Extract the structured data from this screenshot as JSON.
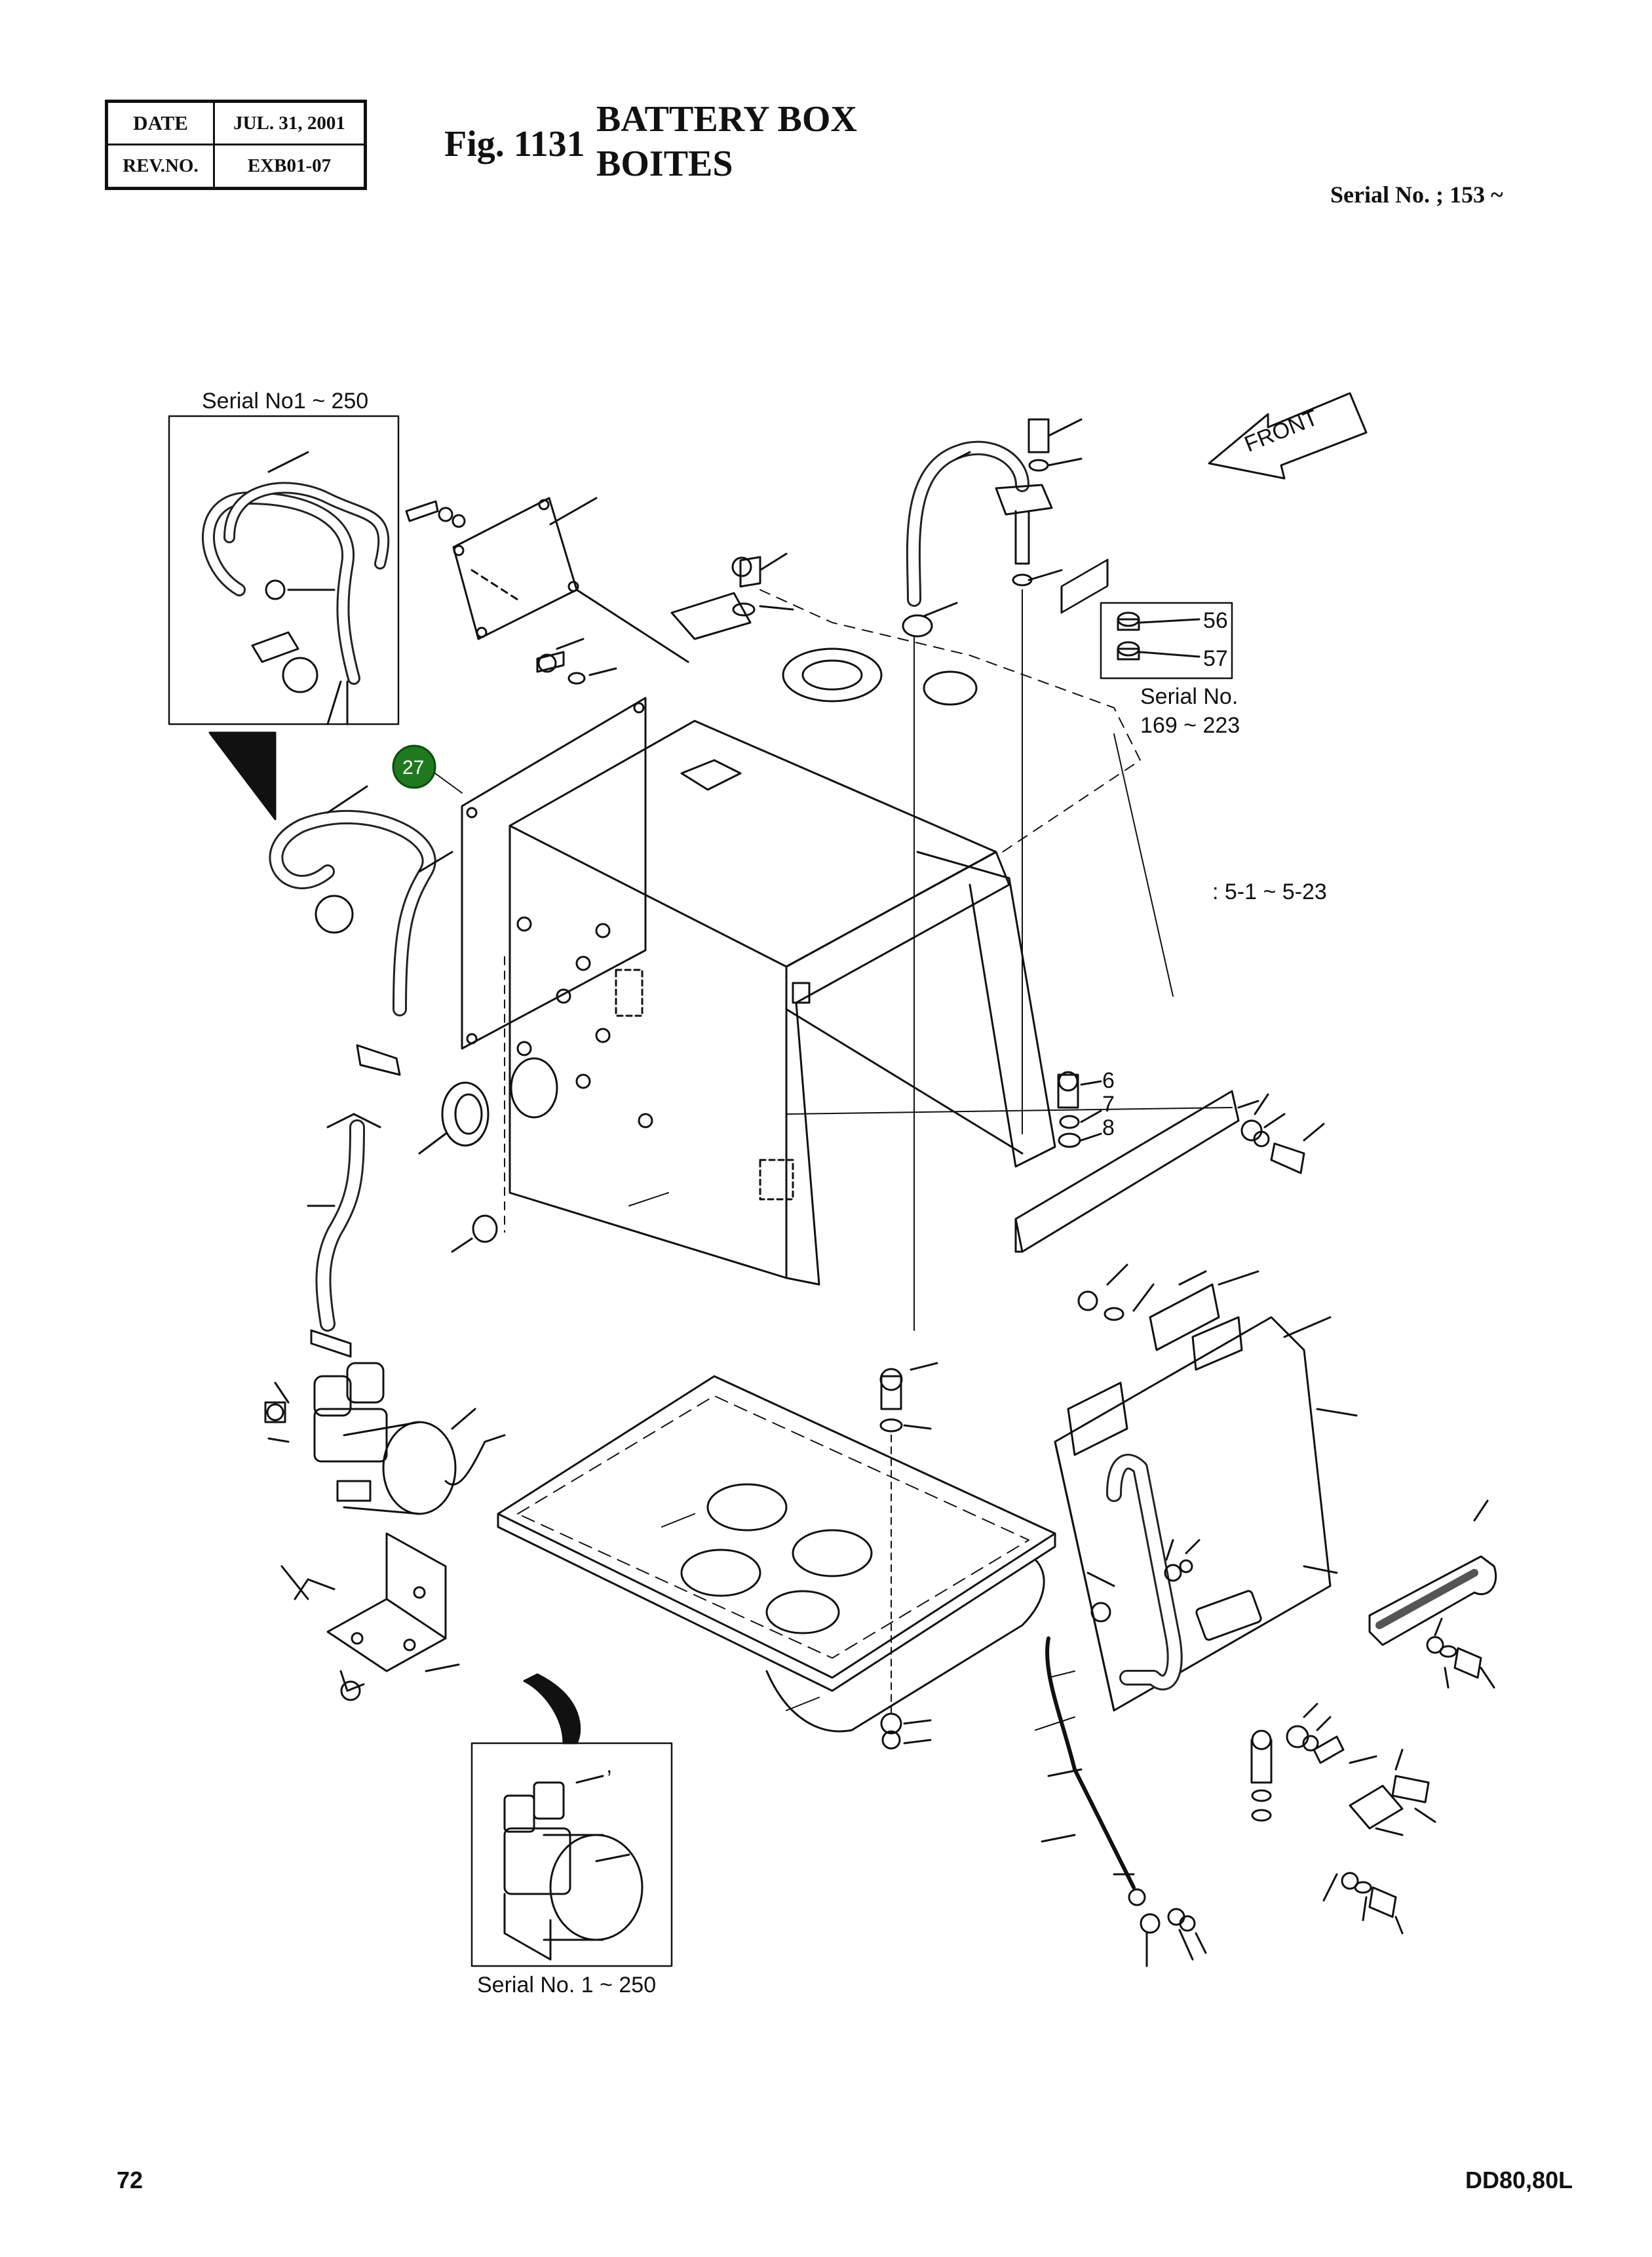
{
  "header": {
    "date_label": "DATE",
    "date_value": "JUL. 31, 2001",
    "rev_label": "REV.NO.",
    "rev_value": "EXB01-07",
    "fig_number": "Fig. 1131",
    "title_en": "BATTERY BOX",
    "title_fr": "BOITES",
    "serial_range": "Serial No. ; 153 ~"
  },
  "diagram": {
    "front_label": "FRONT",
    "inset_top_left_caption": "Serial No1 ~ 250",
    "inset_bottom_caption": "Serial No. 1 ~ 250",
    "inset_bottom_mark": ",",
    "grommet_inset": {
      "part_a": "56",
      "part_b": "57",
      "serial_line1": "Serial No.",
      "serial_line2": "169 ~ 223"
    },
    "reference_note": ": 5-1 ~ 5-23",
    "bolt_parts": [
      "6",
      "7",
      "8"
    ],
    "highlight_callout": "27",
    "callout_color": "#1f7a1f"
  },
  "footer": {
    "page_number": "72",
    "model": "DD80,80L"
  }
}
